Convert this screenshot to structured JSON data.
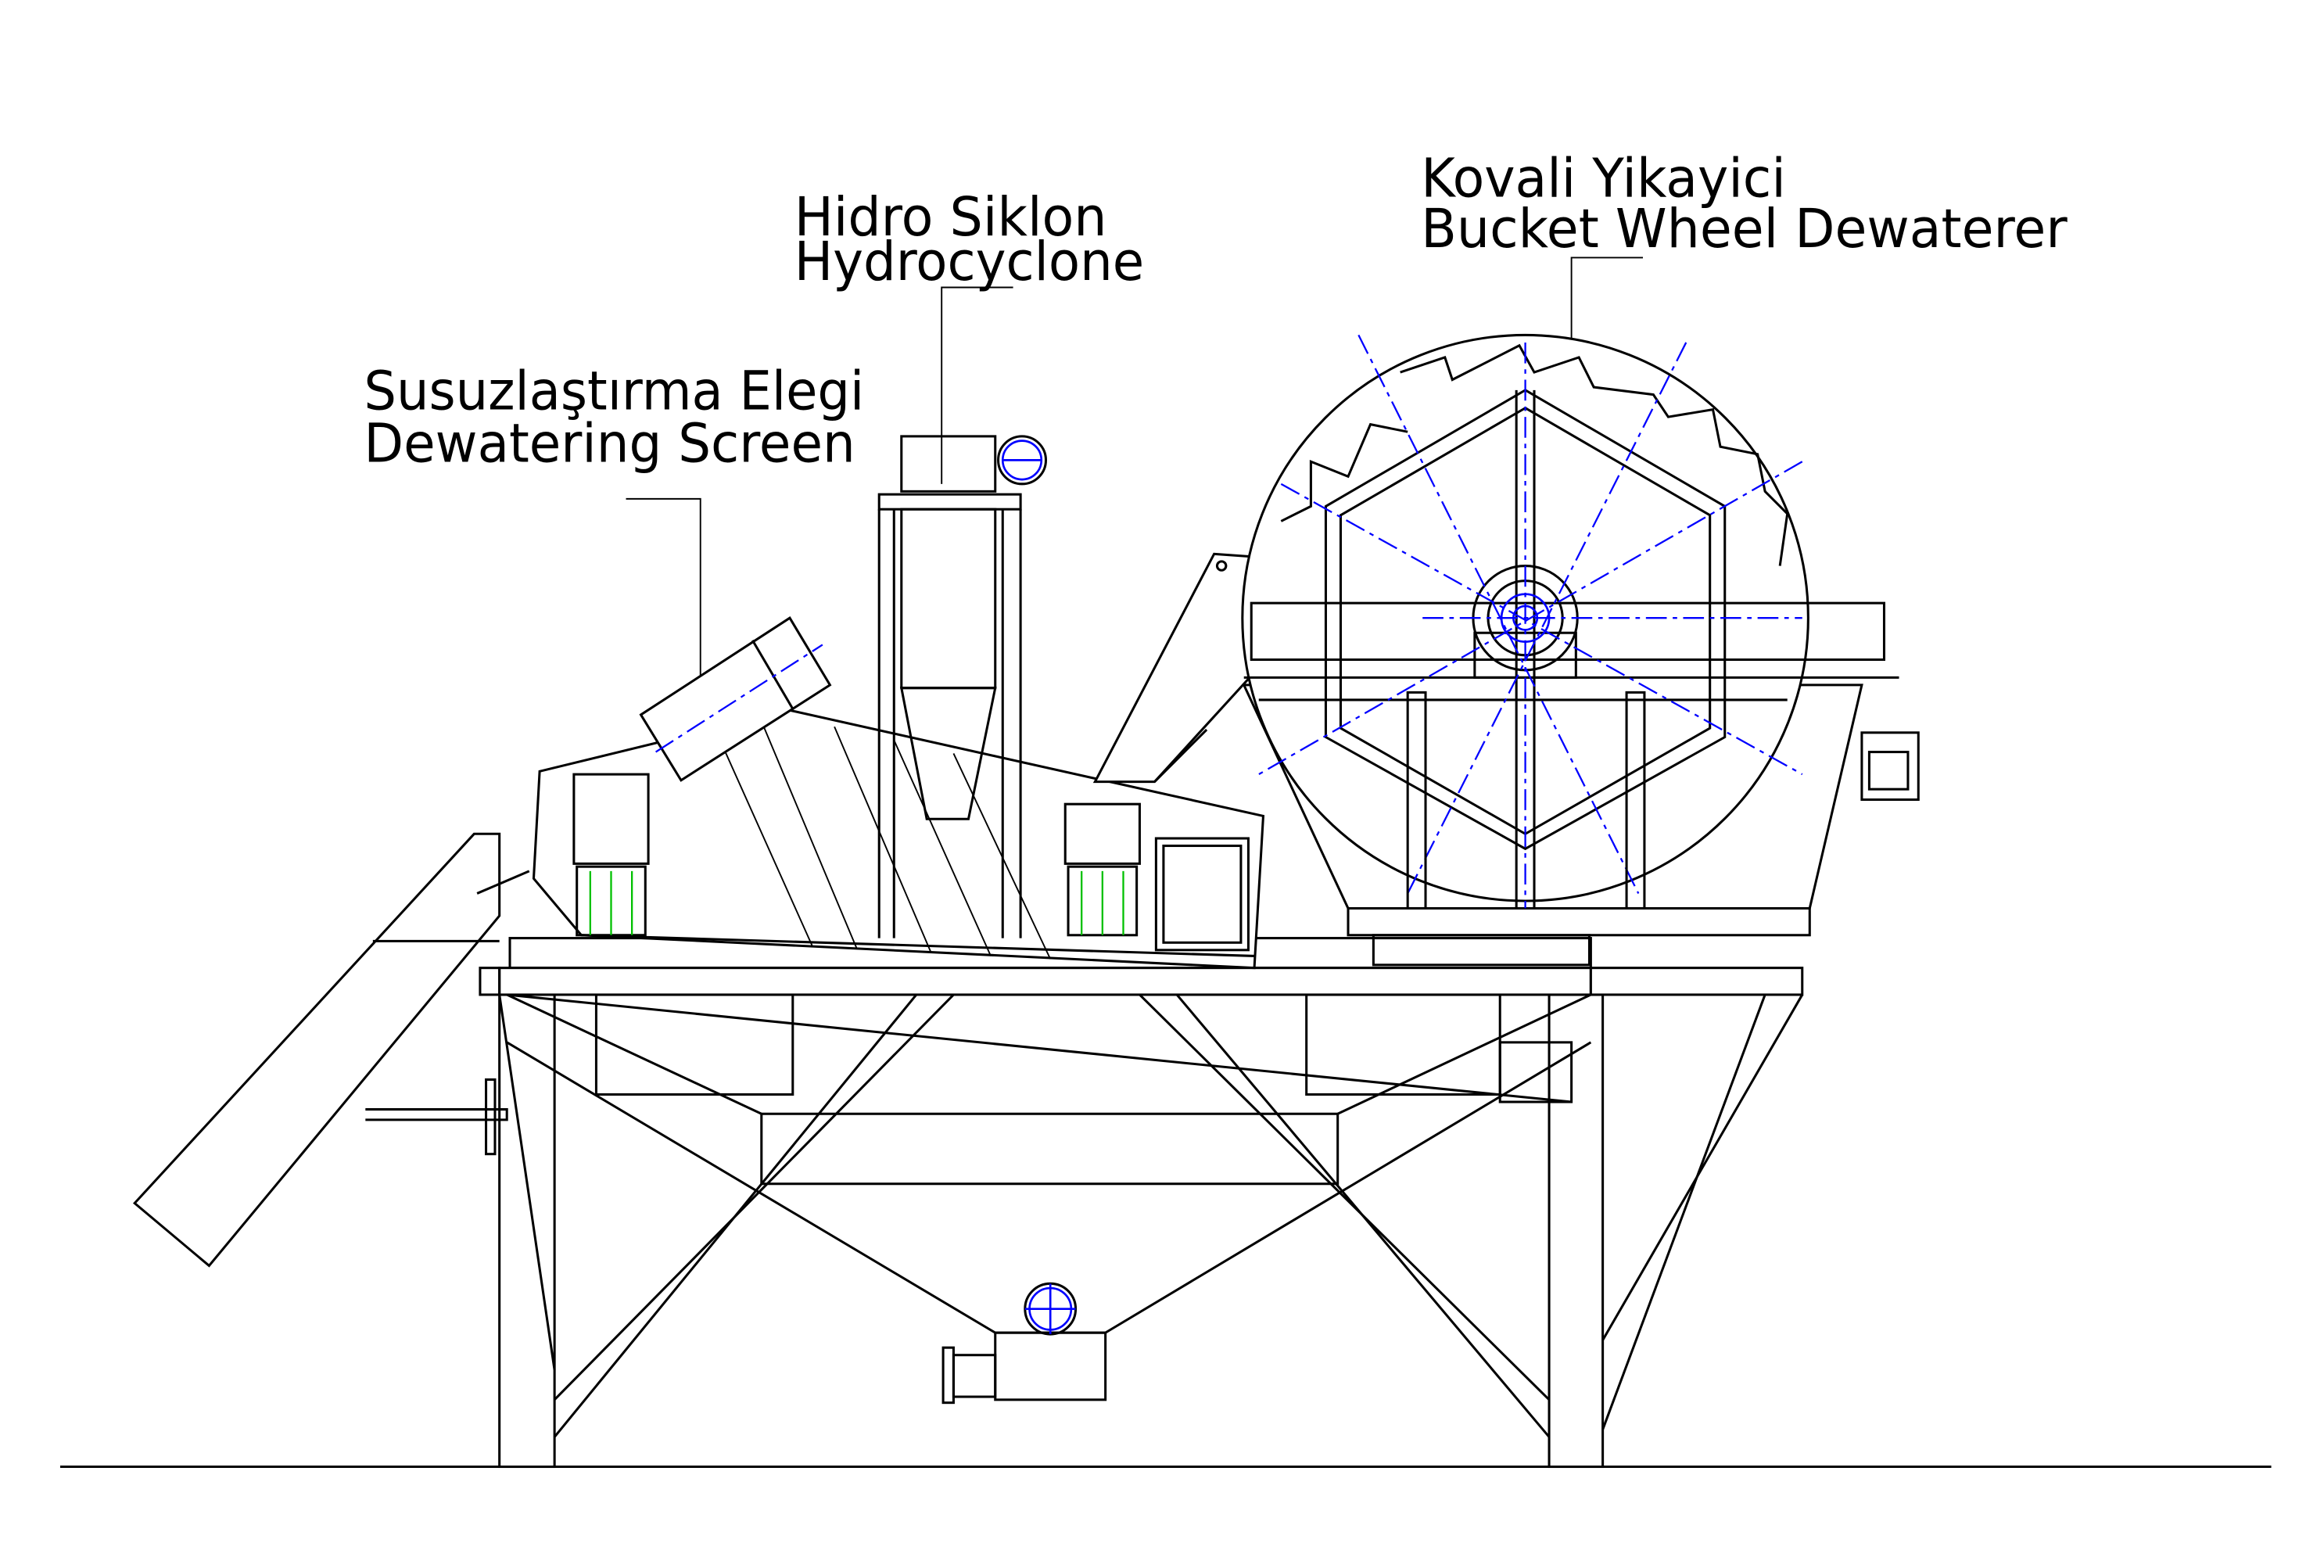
{
  "labels": {
    "dewatering_screen": {
      "tr": "Susuzlaştırma Elegi",
      "en": "Dewatering Screen"
    },
    "hydrocyclone": {
      "tr": "Hidro Siklon",
      "en": "Hydrocyclone"
    },
    "bucket_wheel": {
      "tr": "Kovali Yikayici",
      "en": "Bucket Wheel Dewaterer"
    }
  },
  "colors": {
    "line": "#000000",
    "centerline": "#0000ff",
    "spring": "#00c000"
  }
}
